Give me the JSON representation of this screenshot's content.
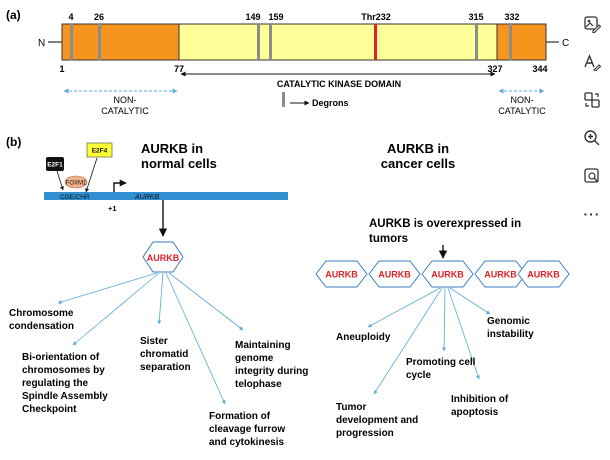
{
  "panel_a": {
    "label": "(a)",
    "n_term": "N",
    "c_term": "C",
    "top_positions": [
      "4",
      "26",
      "149",
      "159",
      "Thr232",
      "315",
      "332"
    ],
    "bottom_positions": [
      "1",
      "77",
      "327",
      "344"
    ],
    "domain_label": "CATALYTIC KINASE DOMAIN",
    "noncat_left": [
      "NON-",
      "CATALYTIC"
    ],
    "noncat_right": [
      "NON-",
      "CATALYTIC"
    ],
    "degrons_legend": "Degrons",
    "colors": {
      "terminal": "#f7941d",
      "kinase": "#ffff99",
      "degron": "#8c8c8c",
      "thr": "#e0202a",
      "arrow": "#5aa9d6"
    }
  },
  "panel_b": {
    "label": "(b)",
    "normal_title": [
      "AURKB in",
      "normal cells"
    ],
    "cancer_title": [
      "AURKB in",
      "cancer cells"
    ],
    "e2f1": "E2F1",
    "e2f4": "E2F4",
    "foxm1": "FOXM1",
    "cde_chr": "CDE/CHR",
    "plus1": "+1",
    "gene": "AURKB",
    "protein": "AURKB",
    "cancer_proteins": [
      "AURKB",
      "AURKB",
      "AURKB",
      "AURKB",
      "AURKB"
    ],
    "overexpressed": [
      "AURKB is overexpressed in",
      "tumors"
    ],
    "normal_roles": {
      "chromosome_condensation": [
        "Chromosome",
        "condensation"
      ],
      "bi_orientation": [
        "Bi-orientation of",
        "chromosomes by",
        "regulating the",
        "Spindle Assembly",
        "Checkpoint"
      ],
      "sister_chromatid": [
        "Sister",
        "chromatid",
        "separation"
      ],
      "cleavage_furrow": [
        "Formation of",
        "cleavage furrow",
        "and cytokinesis"
      ],
      "genome_integrity": [
        "Maintaining",
        "genome",
        "integrity during",
        "telophase"
      ]
    },
    "cancer_roles": {
      "aneuploidy": [
        "Aneuploidy"
      ],
      "tumor_development": [
        "Tumor",
        "development and",
        "progression"
      ],
      "cell_cycle": [
        "Promoting cell",
        "cycle"
      ],
      "genomic_instability": [
        "Genomic",
        "instability"
      ],
      "inhibition_apoptosis": [
        "Inhibition of",
        "apoptosis"
      ]
    }
  },
  "toolbar": {
    "icons": [
      "image-edit-icon",
      "text-style-icon",
      "translate-icon",
      "zoom-in-icon",
      "image-search-icon",
      "more-icon"
    ],
    "more_label": "···"
  }
}
